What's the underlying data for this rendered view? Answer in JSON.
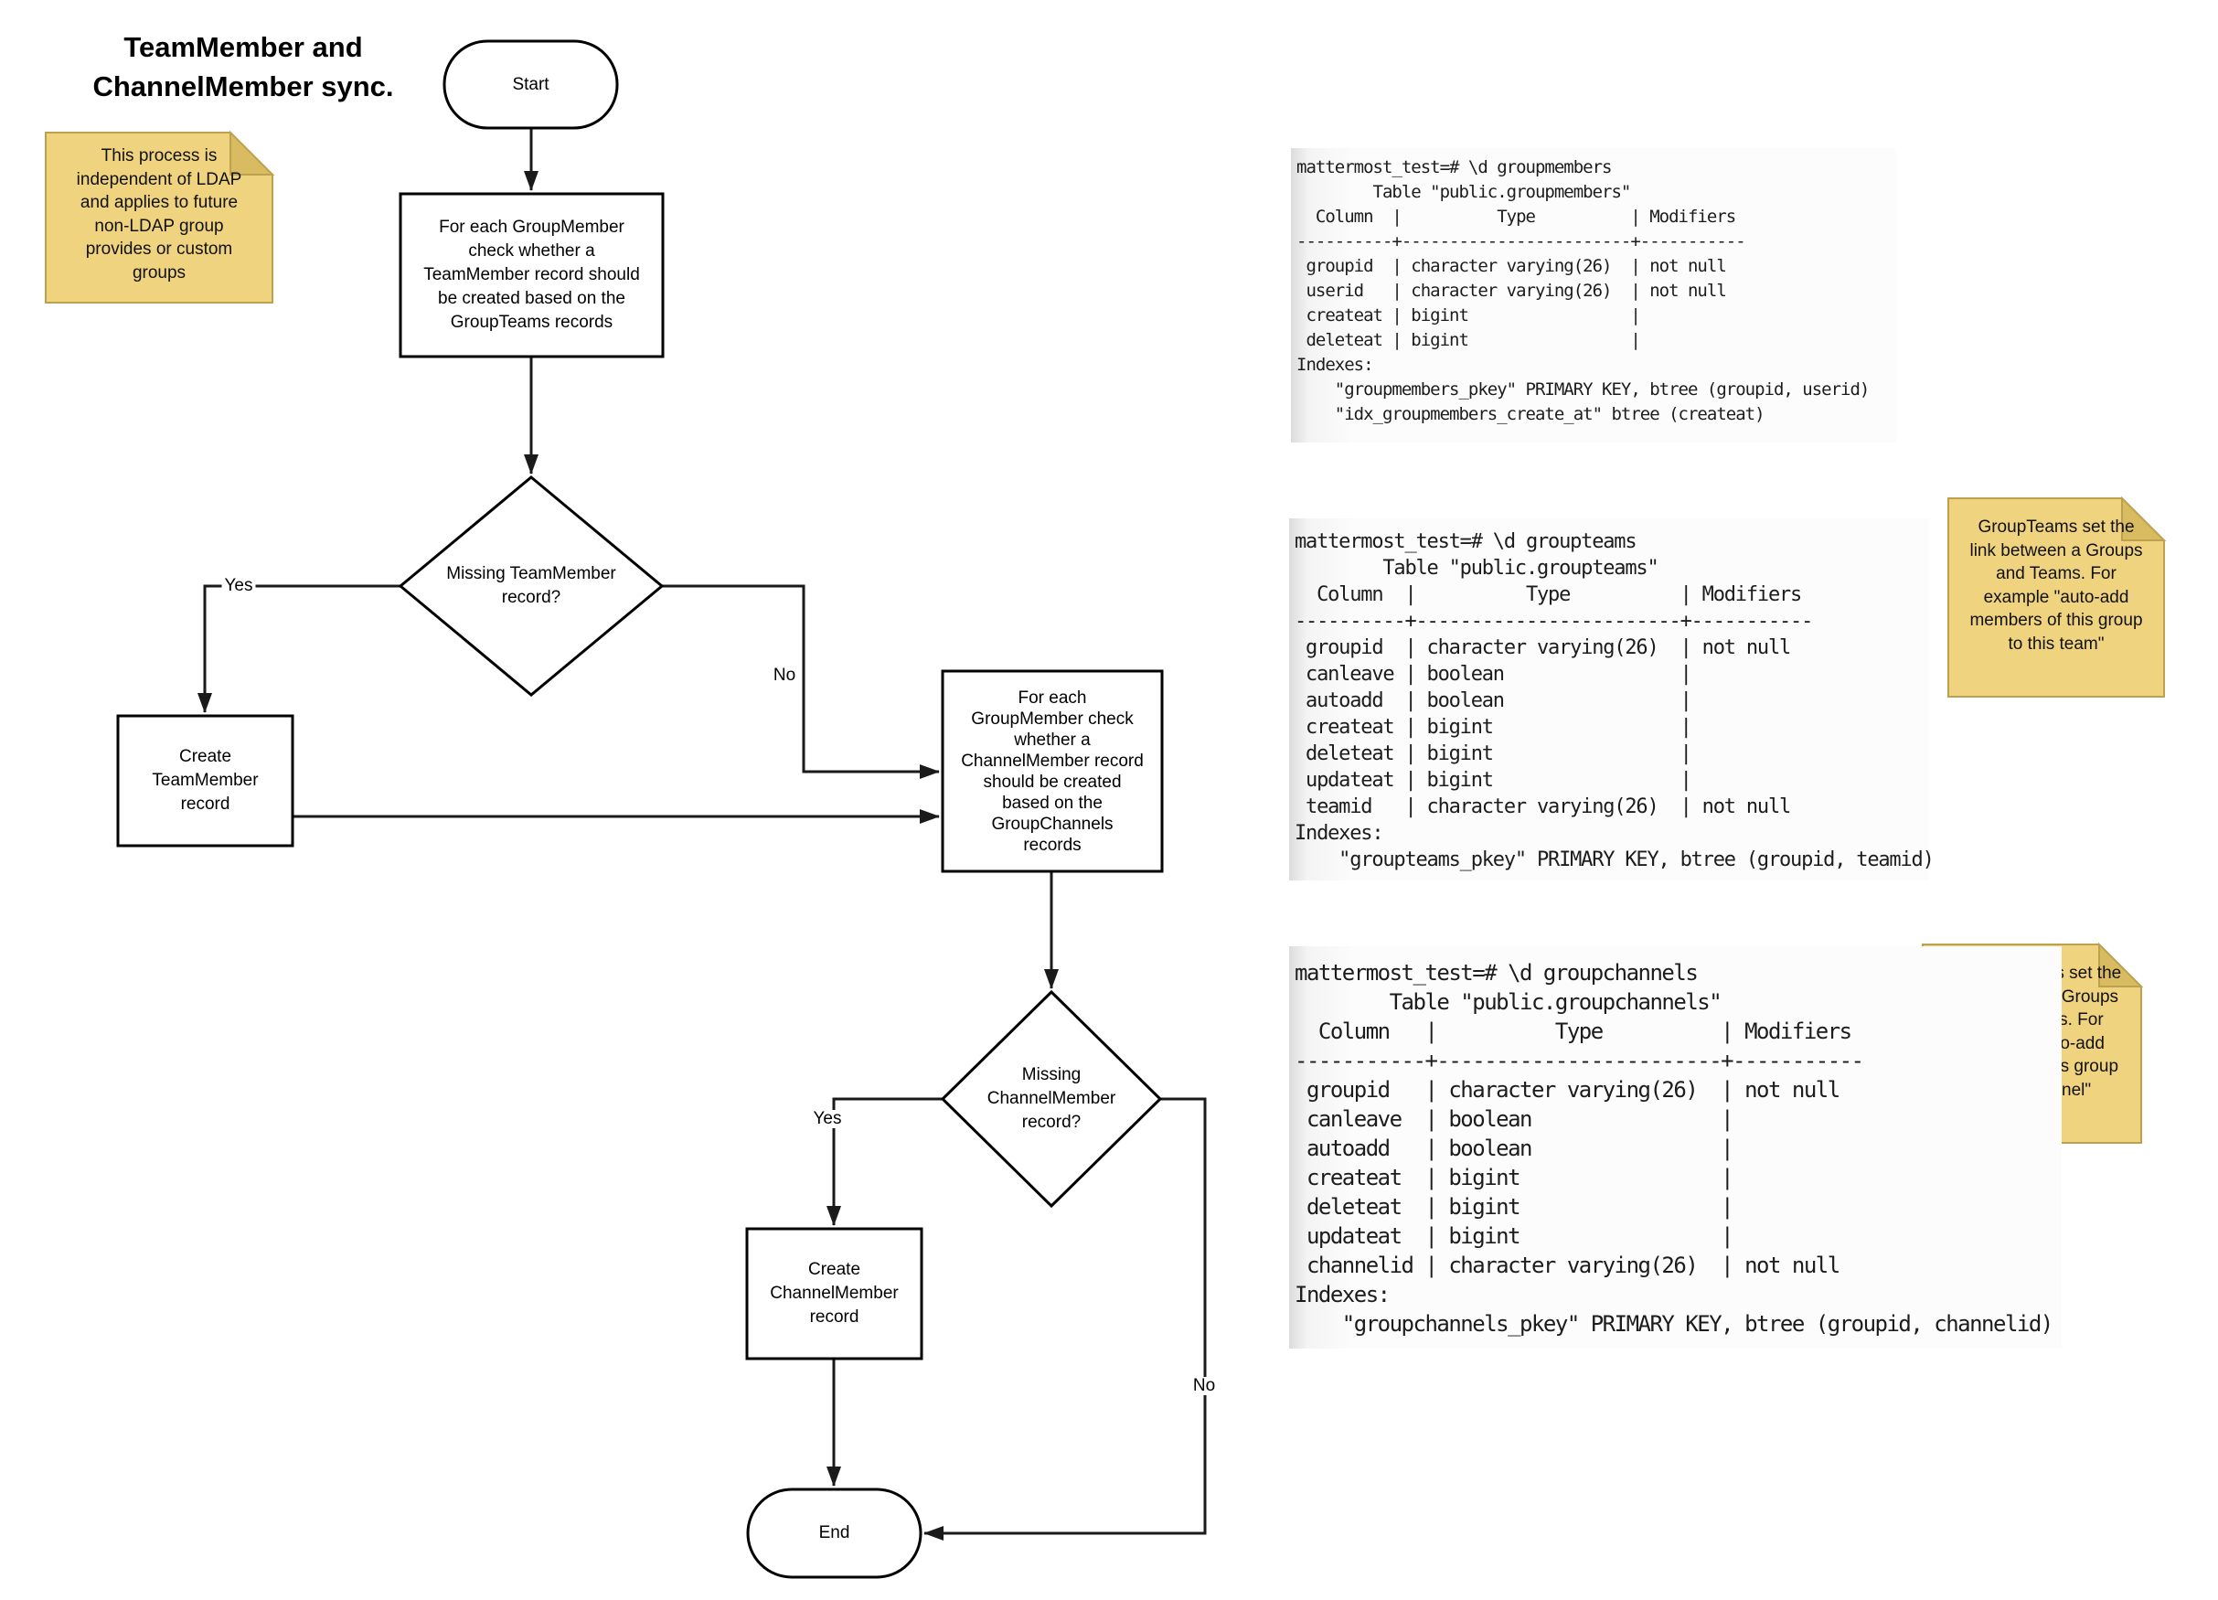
{
  "title": "TeamMember and\nChannelMember sync.",
  "flowchart": {
    "start": "Start",
    "process_team": "For each GroupMember\ncheck whether a\nTeamMember record should\nbe created based on the\nGroupTeams records",
    "decision_team": "Missing TeamMember\nrecord?",
    "create_team": "Create\nTeamMember\nrecord",
    "process_channel": "For each\nGroupMember check\nwhether a\nChannelMember record\nshould be created\nbased on the\nGroupChannels\nrecords",
    "decision_channel": "Missing\nChannelMember\nrecord?",
    "create_channel": "Create\nChannelMember\nrecord",
    "end": "End",
    "labels": {
      "yes_team": "Yes",
      "no_team": "No",
      "yes_channel": "Yes",
      "no_channel": "No"
    }
  },
  "notes": {
    "ldap": "This process is\nindependent of LDAP\nand applies to future\nnon-LDAP group\nprovides or custom\ngroups",
    "groupteams": "GroupTeams set the\nlink between a Groups\nand Teams. For\nexample \"auto-add\nmembers of this group\nto this team\"",
    "groupchannels": "GroupChannels set the\nlink between a Groups\nand Channels. For\nexample \"auto-add\nmembers of this group\nto this channel\""
  },
  "psql": {
    "groupmembers": {
      "lines": [
        "mattermost_test=# \\d groupmembers",
        "        Table \"public.groupmembers\"",
        "  Column  |          Type          | Modifiers",
        "----------+------------------------+-----------",
        " groupid  | character varying(26)  | not null",
        " userid   | character varying(26)  | not null",
        " createat | bigint                 |",
        " deleteat | bigint                 |",
        "Indexes:",
        "    \"groupmembers_pkey\" PRIMARY KEY, btree (groupid, userid)",
        "    \"idx_groupmembers_create_at\" btree (createat)"
      ]
    },
    "groupteams": {
      "lines": [
        "mattermost_test=# \\d groupteams",
        "        Table \"public.groupteams\"",
        "  Column  |          Type          | Modifiers",
        "----------+------------------------+-----------",
        " groupid  | character varying(26)  | not null",
        " canleave | boolean                |",
        " autoadd  | boolean                |",
        " createat | bigint                 |",
        " deleteat | bigint                 |",
        " updateat | bigint                 |",
        " teamid   | character varying(26)  | not null",
        "Indexes:",
        "    \"groupteams_pkey\" PRIMARY KEY, btree (groupid, teamid)"
      ]
    },
    "groupchannels": {
      "lines": [
        "mattermost_test=# \\d groupchannels",
        "        Table \"public.groupchannels\"",
        "  Column   |          Type          | Modifiers",
        "-----------+------------------------+-----------",
        " groupid   | character varying(26)  | not null",
        " canleave  | boolean                |",
        " autoadd   | boolean                |",
        " createat  | bigint                 |",
        " deleteat  | bigint                 |",
        " updateat  | bigint                 |",
        " channelid | character varying(26)  | not null",
        "Indexes:",
        "    \"groupchannels_pkey\" PRIMARY KEY, btree (groupid, channelid)"
      ]
    }
  },
  "colors": {
    "note_fill": "#EFD37E",
    "note_fold": "#D9BC62",
    "note_border": "#BDA14E",
    "line": "#1a1a1a",
    "node_fill": "#ffffff",
    "panel_bg": "#fcfcfc"
  }
}
